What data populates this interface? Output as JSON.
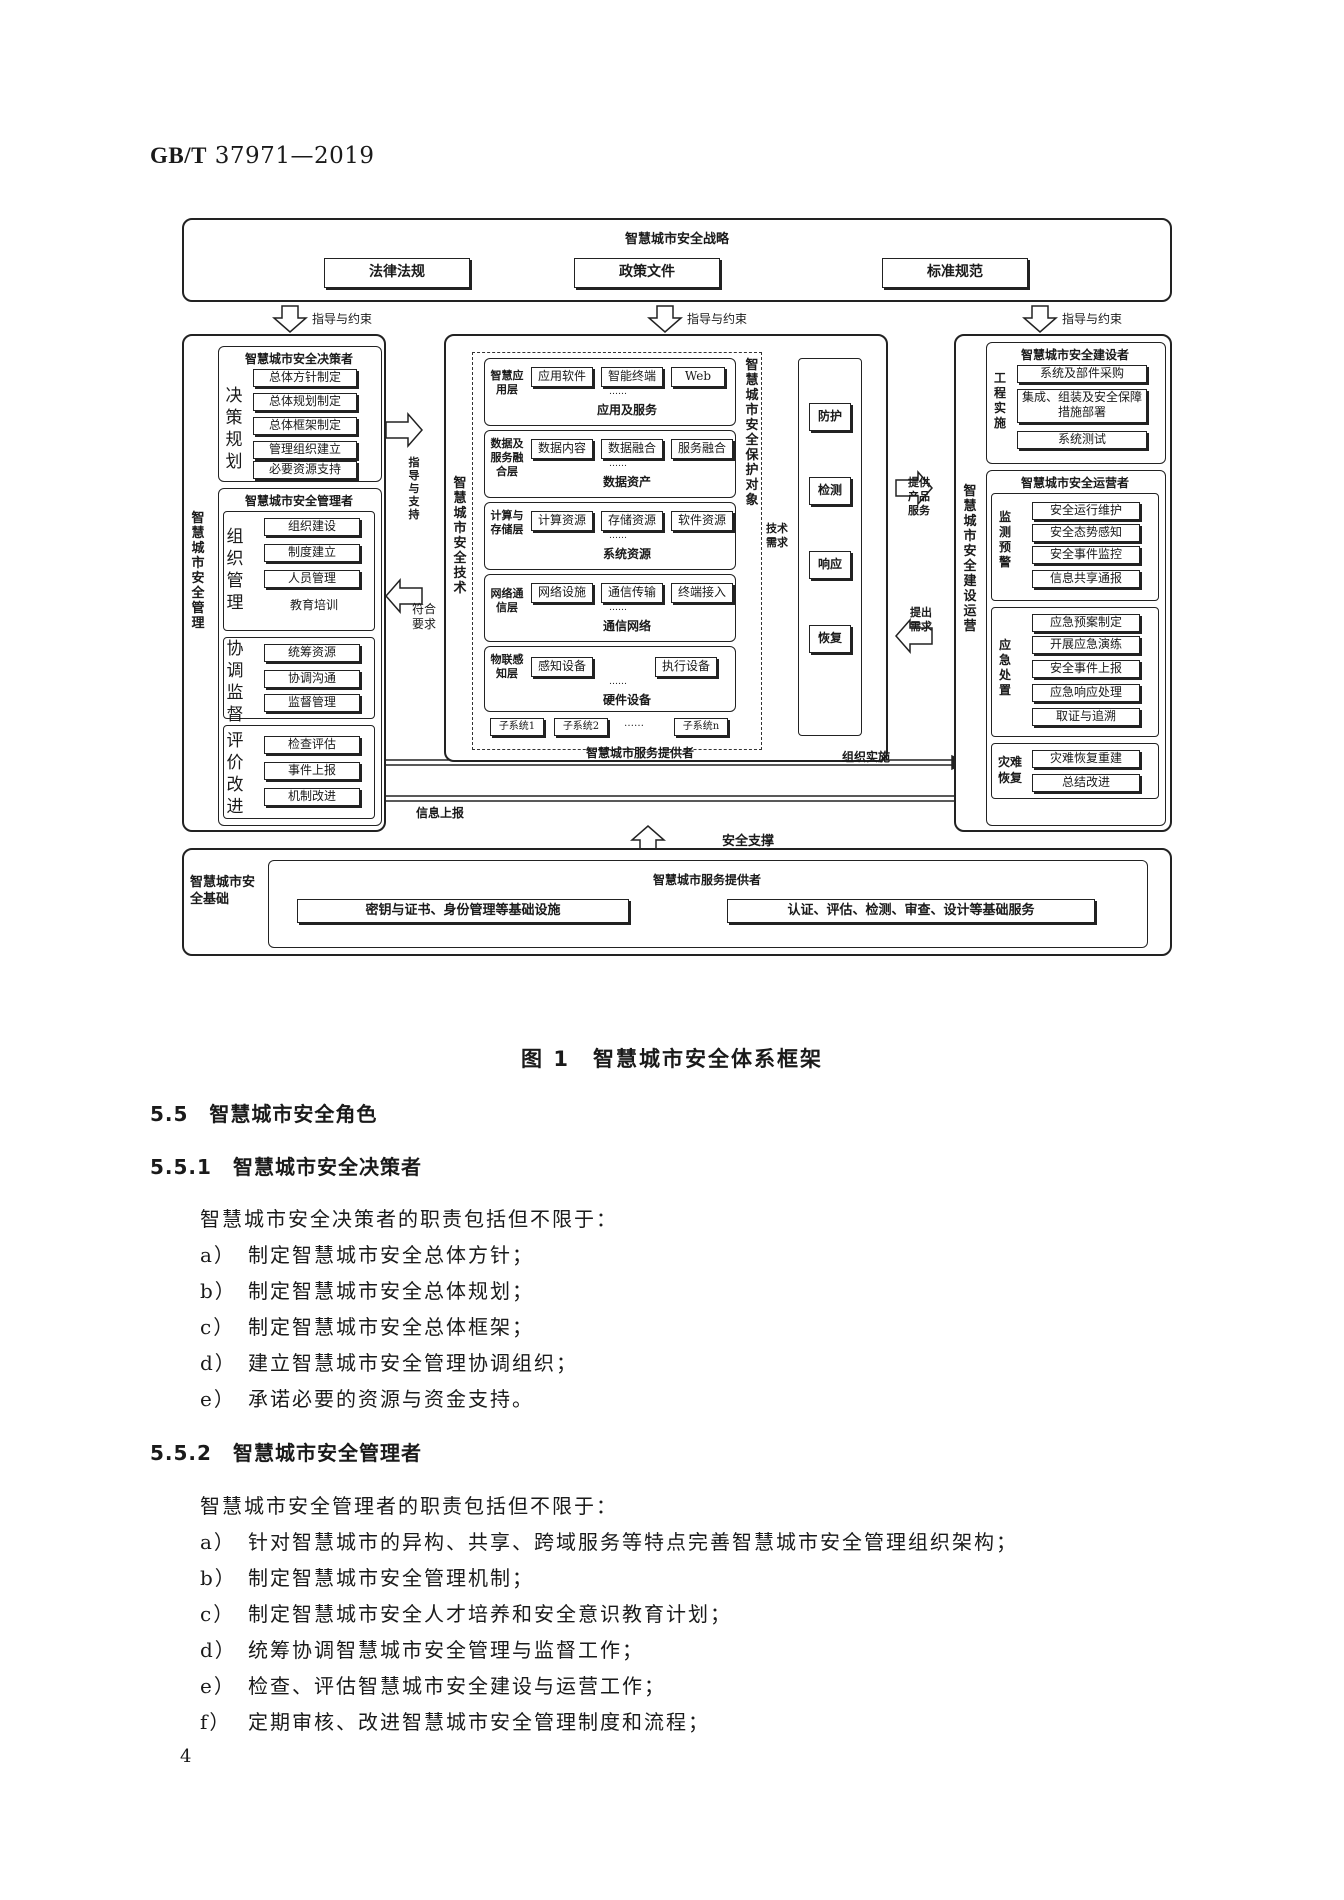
{
  "header": {
    "std_prefix": "GB/T",
    "std_number": "37971—2019"
  },
  "figure": {
    "strategy": {
      "title": "智慧城市安全战略",
      "items": [
        "法律法规",
        "政策文件",
        "标准规范"
      ]
    },
    "arrow_label": "指导与约束",
    "management": {
      "side_label": "智慧城市安全管理",
      "decision": {
        "title": "智慧城市安全决策者",
        "group": "决策规划",
        "items": [
          "总体方针制定",
          "总体规划制定",
          "总体框架制定",
          "管理组织建立",
          "必要资源支持"
        ]
      },
      "manager": {
        "title": "智慧城市安全管理者",
        "groups": [
          {
            "label": "组织管理",
            "items": [
              "组织建设",
              "制度建立",
              "人员管理",
              "教育培训"
            ]
          },
          {
            "label": "协调监督",
            "items": [
              "统筹资源",
              "协调沟通",
              "监督管理"
            ]
          },
          {
            "label": "评价改进",
            "items": [
              "检查评估",
              "事件上报",
              "机制改进"
            ]
          }
        ]
      }
    },
    "guide_support": "指导与支持",
    "comply_req": "符合要求",
    "technology": {
      "side_label": "智慧城市安全技术",
      "protect_label": "智慧城市安全保护对象",
      "layers": [
        {
          "name": "智慧应用层",
          "items": [
            "应用软件",
            "智能终端",
            "Web"
          ],
          "caption": "应用及服务"
        },
        {
          "name": "数据及服务融合层",
          "items": [
            "数据内容",
            "数据融合",
            "服务融合"
          ],
          "caption": "数据资产"
        },
        {
          "name": "计算与存储层",
          "items": [
            "计算资源",
            "存储资源",
            "软件资源"
          ],
          "caption": "系统资源"
        },
        {
          "name": "网络通信层",
          "items": [
            "网络设施",
            "通信传输",
            "终端接入"
          ],
          "caption": "通信网络"
        },
        {
          "name": "物联感知层",
          "items": [
            "感知设备",
            "执行设备"
          ],
          "caption": "硬件设备"
        }
      ],
      "ellipsis": "……",
      "subsystems": [
        "子系统1",
        "子系统2",
        "……",
        "子系统n"
      ],
      "tech_need": "技术需求",
      "functions": [
        "防护",
        "检测",
        "响应",
        "恢复"
      ],
      "provider": "智慧城市服务提供者"
    },
    "provide_service": "提供产品服务",
    "raise_need": "提出需求",
    "operation": {
      "side_label": "智慧城市安全建设运营",
      "builder": {
        "title": "智慧城市安全建设者",
        "group": "工程实施",
        "items": [
          "系统及部件采购",
          "集成、组装及安全保障措施部署",
          "系统测试"
        ]
      },
      "operator": {
        "title": "智慧城市安全运营者",
        "groups": [
          {
            "label": "监测预警",
            "items": [
              "安全运行维护",
              "安全态势感知",
              "安全事件监控",
              "信息共享通报"
            ]
          },
          {
            "label": "应急处置",
            "items": [
              "应急预案制定",
              "开展应急演练",
              "安全事件上报",
              "应急响应处理",
              "取证与追溯"
            ]
          },
          {
            "label": "灾难恢复",
            "items": [
              "灾难恢复重建",
              "总结改进"
            ]
          }
        ]
      }
    },
    "org_impl": "组织实施",
    "info_report": "信息上报",
    "security_support": "安全支撑",
    "foundation": {
      "side_label": "智慧城市安全基础",
      "title": "智慧城市服务提供者",
      "items": [
        "密钥与证书、身份管理等基础设施",
        "认证、评估、检测、审查、设计等基础服务"
      ]
    }
  },
  "caption": "图 1　智慧城市安全体系框架",
  "s55": {
    "heading": "5.5　智慧城市安全角色"
  },
  "s551": {
    "heading": "5.5.1　智慧城市安全决策者",
    "intro": "智慧城市安全决策者的职责包括但不限于：",
    "items": [
      {
        "m": "a）",
        "t": "制定智慧城市安全总体方针；"
      },
      {
        "m": "b）",
        "t": "制定智慧城市安全总体规划；"
      },
      {
        "m": "c）",
        "t": "制定智慧城市安全总体框架；"
      },
      {
        "m": "d）",
        "t": "建立智慧城市安全管理协调组织；"
      },
      {
        "m": "e）",
        "t": "承诺必要的资源与资金支持。"
      }
    ]
  },
  "s552": {
    "heading": "5.5.2　智慧城市安全管理者",
    "intro": "智慧城市安全管理者的职责包括但不限于：",
    "items": [
      {
        "m": "a）",
        "t": "针对智慧城市的异构、共享、跨域服务等特点完善智慧城市安全管理组织架构；"
      },
      {
        "m": "b）",
        "t": "制定智慧城市安全管理机制；"
      },
      {
        "m": "c）",
        "t": "制定智慧城市安全人才培养和安全意识教育计划；"
      },
      {
        "m": "d）",
        "t": "统筹协调智慧城市安全管理与监督工作；"
      },
      {
        "m": "e）",
        "t": "检查、评估智慧城市安全建设与运营工作；"
      },
      {
        "m": "f）",
        "t": "定期审核、改进智慧城市安全管理制度和流程；"
      }
    ]
  },
  "page_number": "4"
}
